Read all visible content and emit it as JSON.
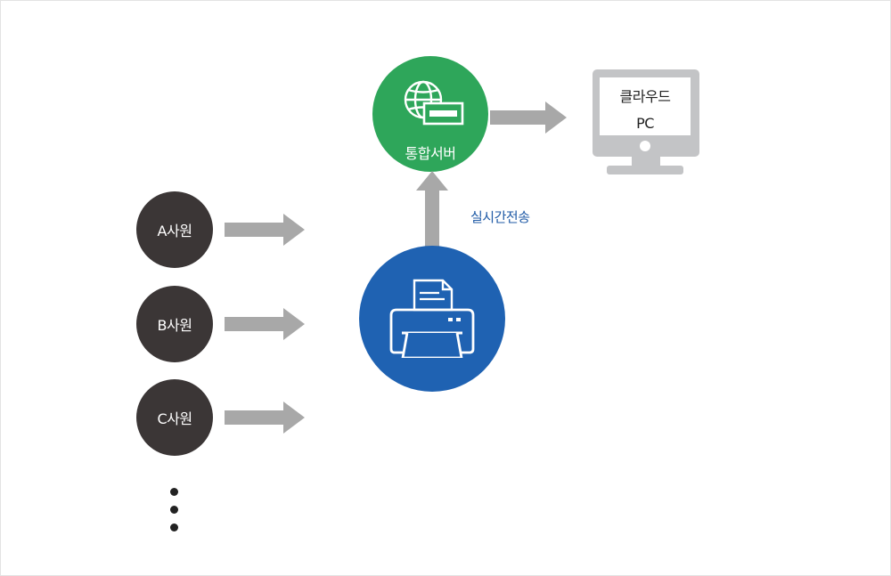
{
  "employees": [
    {
      "label": "A사원"
    },
    {
      "label": "B사원"
    },
    {
      "label": "C사원"
    }
  ],
  "server": {
    "label": "통합서버",
    "icon": "globe-envelope-icon",
    "color": "#2ea65a"
  },
  "printer": {
    "icon": "printer-icon",
    "color": "#1f62b2"
  },
  "transfer": {
    "label": "실시간전송",
    "color": "#1f5aa6"
  },
  "cloud_pc": {
    "line1": "클라우드",
    "line2": "PC",
    "icon": "monitor-icon"
  },
  "more_indicator": {
    "icon": "vertical-ellipsis-icon"
  }
}
